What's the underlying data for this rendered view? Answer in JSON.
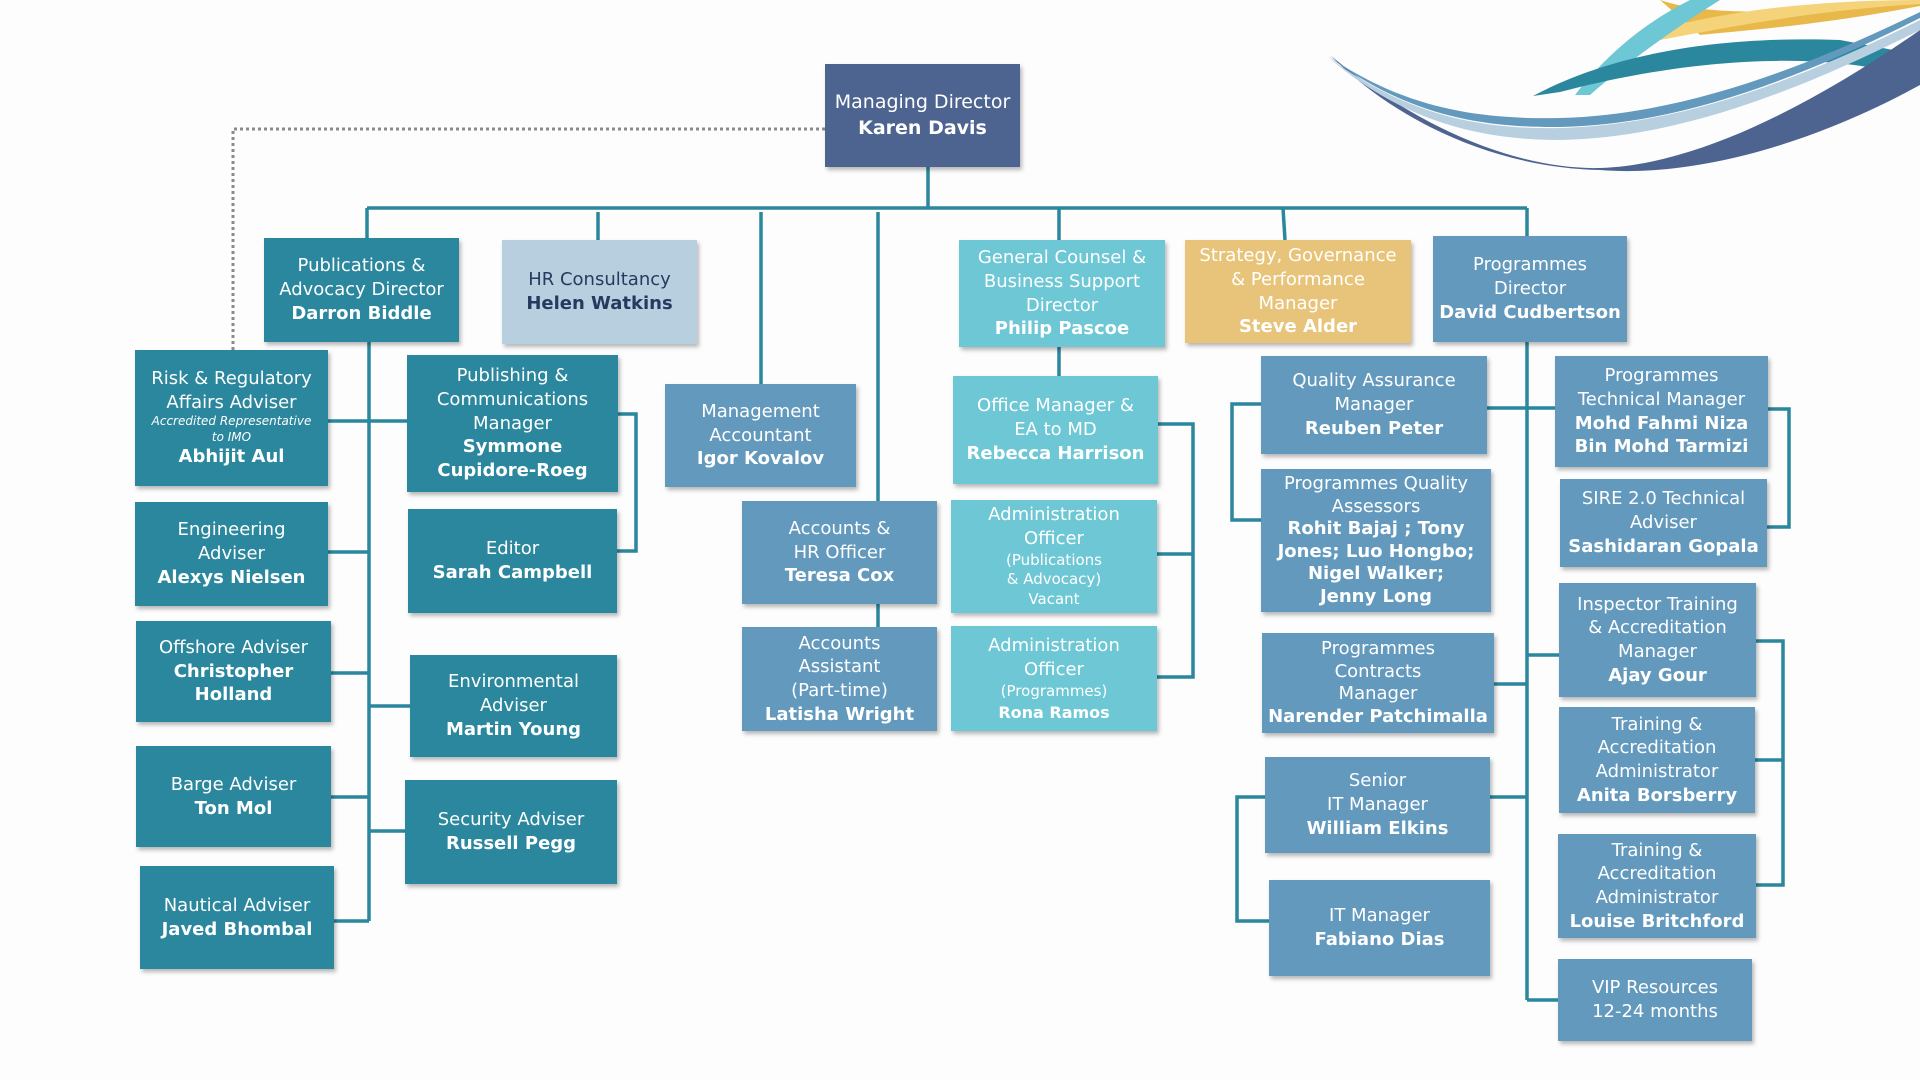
{
  "colors": {
    "navy": "#4e6490",
    "teal": "#2b879d",
    "lightblue": "#b8cfe0",
    "aqua": "#6ec7d4",
    "gold": "#e8c47a",
    "steel": "#6399bd",
    "connector": "#2b879d",
    "dotted_connector": "#8a8a8a"
  },
  "chart": {
    "managing_director": {
      "title": "Managing Director",
      "name": "Karen Davis"
    },
    "publications_director": {
      "title": "Publications &\nAdvocacy Director",
      "name": "Darron Biddle"
    },
    "hr_consultancy": {
      "title": "HR Consultancy",
      "name": "Helen Watkins"
    },
    "general_counsel": {
      "title": "General Counsel &\nBusiness Support\nDirector",
      "name": "Philip Pascoe"
    },
    "strategy_manager": {
      "title": "Strategy, Governance\n& Performance\nManager",
      "name": "Steve Alder"
    },
    "programmes_director": {
      "title": "Programmes\nDirector",
      "name": "David Cudbertson"
    },
    "risk_adviser": {
      "title": "Risk & Regulatory\nAffairs Adviser",
      "note": "Accredited Representative\nto IMO",
      "name": "Abhijit Aul"
    },
    "engineering_adviser": {
      "title": "Engineering\nAdviser",
      "name": "Alexys Nielsen"
    },
    "offshore_adviser": {
      "title": "Offshore Adviser",
      "name": "Christopher\nHolland"
    },
    "barge_adviser": {
      "title": "Barge Adviser",
      "name": "Ton Mol"
    },
    "nautical_adviser": {
      "title": "Nautical Adviser",
      "name": "Javed Bhombal"
    },
    "publishing_manager": {
      "title": "Publishing &\nCommunications\nManager",
      "name": "Symmone\nCupidore-Roeg"
    },
    "editor": {
      "title": "Editor",
      "name": "Sarah Campbell"
    },
    "environmental_adviser": {
      "title": "Environmental\nAdviser",
      "name": "Martin Young"
    },
    "security_adviser": {
      "title": "Security Adviser",
      "name": "Russell Pegg"
    },
    "management_accountant": {
      "title": "Management\nAccountant",
      "name": "Igor Kovalov"
    },
    "accounts_hr_officer": {
      "title": "Accounts &\nHR Officer",
      "name": "Teresa Cox"
    },
    "accounts_assistant": {
      "title": "Accounts\nAssistant\n(Part-time)",
      "name": "Latisha Wright"
    },
    "office_manager": {
      "title": "Office Manager &\nEA to MD",
      "name": "Rebecca Harrison"
    },
    "admin_officer_publications": {
      "title": "Administration\nOfficer",
      "small": "(Publications\n& Advocacy)\nVacant"
    },
    "admin_officer_programmes": {
      "title": "Administration\nOfficer",
      "small": "(Programmes)",
      "name": "Rona Ramos"
    },
    "qa_manager": {
      "title": "Quality Assurance\nManager",
      "name": "Reuben Peter"
    },
    "quality_assessors": {
      "title": "Programmes Quality\nAssessors",
      "name": "Rohit Bajaj ; Tony\nJones; Luo Hongbo;\nNigel Walker;\nJenny Long"
    },
    "contracts_manager": {
      "title": "Programmes\nContracts\nManager",
      "name": "Narender Patchimalla"
    },
    "senior_it_manager": {
      "title": "Senior\nIT Manager",
      "name": "William Elkins"
    },
    "it_manager": {
      "title": "IT Manager",
      "name": "Fabiano Dias"
    },
    "technical_manager": {
      "title": "Programmes\nTechnical Manager",
      "name": "Mohd Fahmi Niza\nBin Mohd Tarmizi"
    },
    "sire_adviser": {
      "title": "SIRE 2.0 Technical\nAdviser",
      "name": "Sashidaran Gopala"
    },
    "inspector_training_manager": {
      "title": "Inspector Training\n& Accreditation\nManager",
      "name": "Ajay Gour"
    },
    "training_admin_1": {
      "title": "Training &\nAccreditation\nAdministrator",
      "name": "Anita Borsberry"
    },
    "training_admin_2": {
      "title": "Training &\nAccreditation\nAdministrator",
      "name": "Louise Britchford"
    },
    "vip_resources": {
      "title": "VIP Resources\n12-24 months"
    }
  }
}
